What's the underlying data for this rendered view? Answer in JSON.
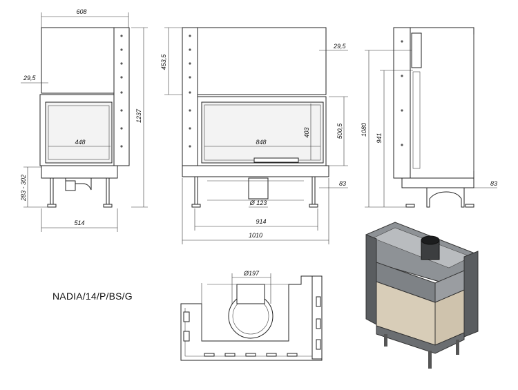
{
  "model_name": "NADIA/14/P/BS/G",
  "dimensions": {
    "front_width_top": "608",
    "front_offset": "29,5",
    "front_glass_width": "448",
    "front_total_height": "1237",
    "front_leg_height": "283 - 302",
    "front_base_width": "514",
    "side_top_height": "453,5",
    "side_offset": "29,5",
    "side_glass_height": "403",
    "side_frame_height": "500,5",
    "side_glass_width": "848",
    "side_flue_diameter": "Ø 123",
    "side_right_offset": "83",
    "side_inner_width": "914",
    "side_total_width": "1010",
    "rear_total_height": "1080",
    "rear_inner_height": "941",
    "rear_offset": "83",
    "top_flue_diameter": "Ø197"
  },
  "colors": {
    "line": "#222222",
    "dim": "#333333",
    "steel_dark": "#5a5d60",
    "steel_light": "#b9bcbf",
    "glass_tint": "#d8cdb8"
  }
}
